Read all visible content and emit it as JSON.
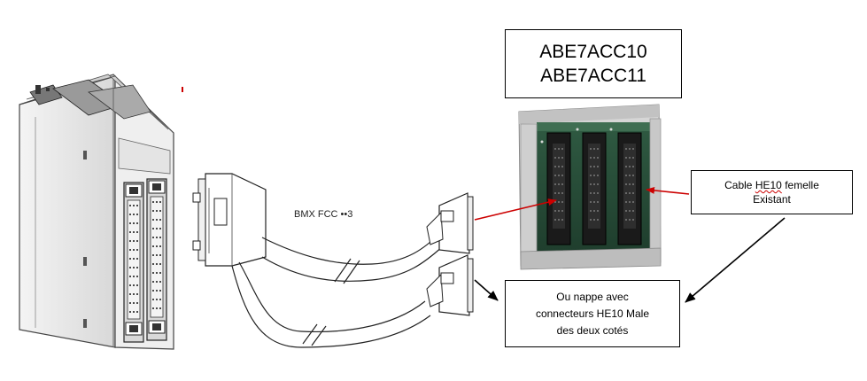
{
  "reference_box": {
    "line1": "ABE7ACC10",
    "line2": "ABE7ACC11"
  },
  "cable_box": {
    "word1": "Cable",
    "word2": "HE10",
    "word3": "femelle",
    "line2": "Existant"
  },
  "nappe_box": {
    "line1": "Ou nappe avec",
    "line2": "connecteurs HE10 Male",
    "line3": "des deux cotés"
  },
  "cable_label": "BMX FCC ••3",
  "colors": {
    "red_arrow": "#cc0000",
    "black_arrow": "#000000",
    "box_border": "#000000"
  }
}
